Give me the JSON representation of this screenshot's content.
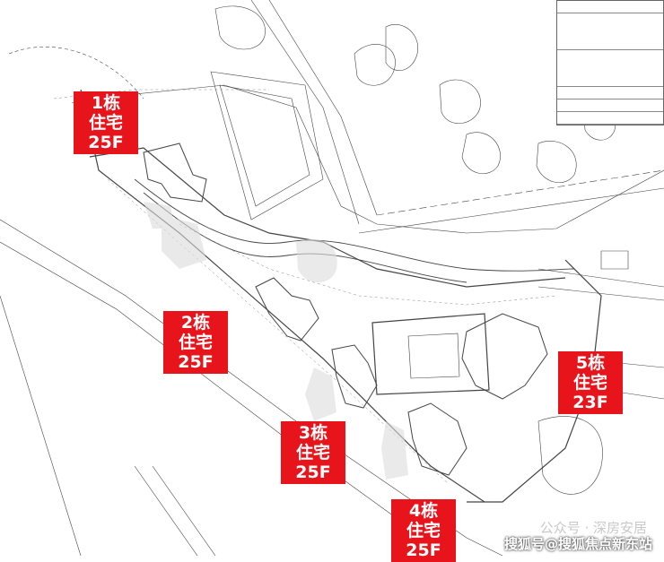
{
  "buildings": [
    {
      "id": "building-1",
      "number": "1栋",
      "desc": "住宅25F"
    },
    {
      "id": "building-2",
      "number": "2栋",
      "desc": "住宅25F"
    },
    {
      "id": "building-3",
      "number": "3栋",
      "desc": "住宅25F"
    },
    {
      "id": "building-4",
      "number": "4栋",
      "desc": "住宅25F"
    },
    {
      "id": "building-5",
      "number": "5栋",
      "desc": "住宅23F"
    }
  ],
  "watermark": {
    "line1": "公众号 · 深房安居",
    "line2": "搜狐号@搜狐焦点新东站"
  },
  "colors": {
    "label_bg": "#e8141b",
    "label_text": "#ffffff",
    "linework": "#333333"
  }
}
